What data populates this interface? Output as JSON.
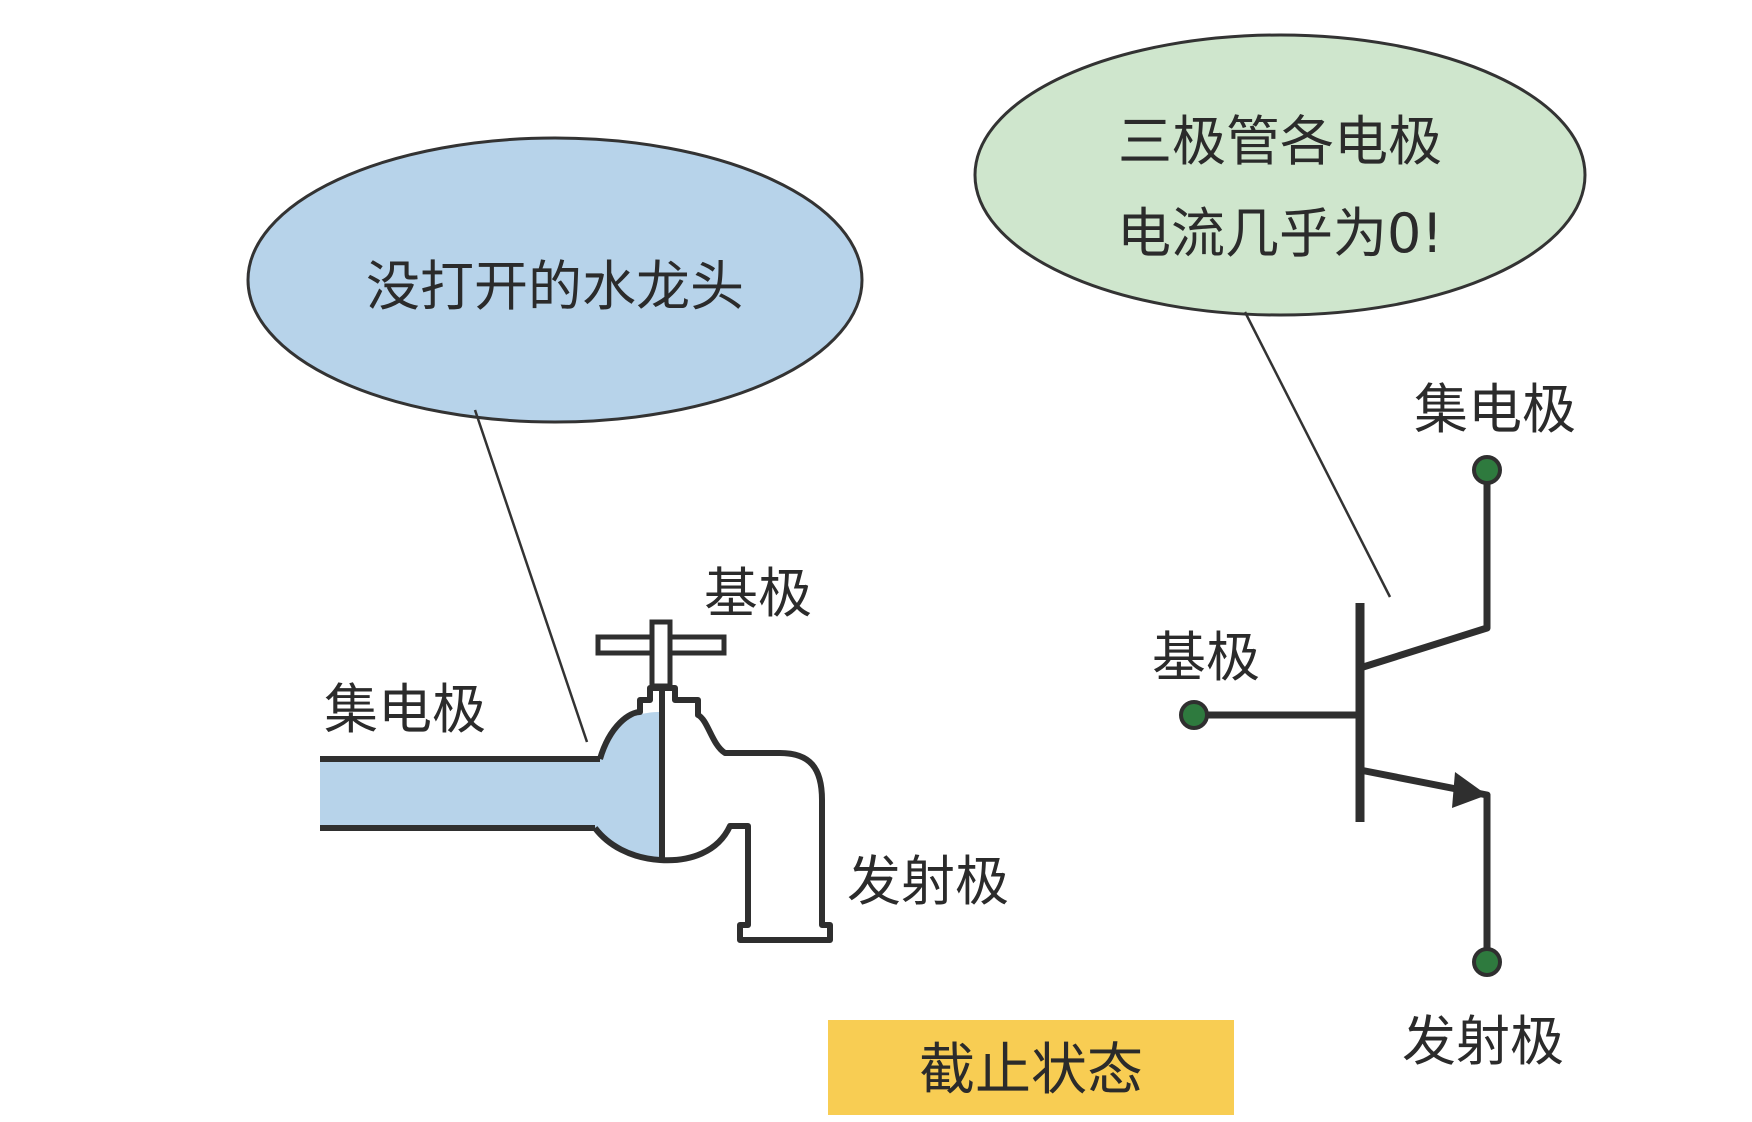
{
  "faucet": {
    "bubble_text": "没打开的水龙头",
    "labels": {
      "collector": "集电极",
      "base": "基极",
      "emitter": "发射极"
    }
  },
  "transistor": {
    "bubble_line1": "三极管各电极",
    "bubble_line2": "电流几乎为0!",
    "labels": {
      "collector": "集电极",
      "base": "基极",
      "emitter": "发射极"
    }
  },
  "state_label": "截止状态",
  "colors": {
    "water_blue": "#b7d3ea",
    "bubble_green": "#cfe6cd",
    "state_yellow": "#f8cd53",
    "terminal_green": "#2e7a3e",
    "line_dark": "#2f2f2f"
  }
}
